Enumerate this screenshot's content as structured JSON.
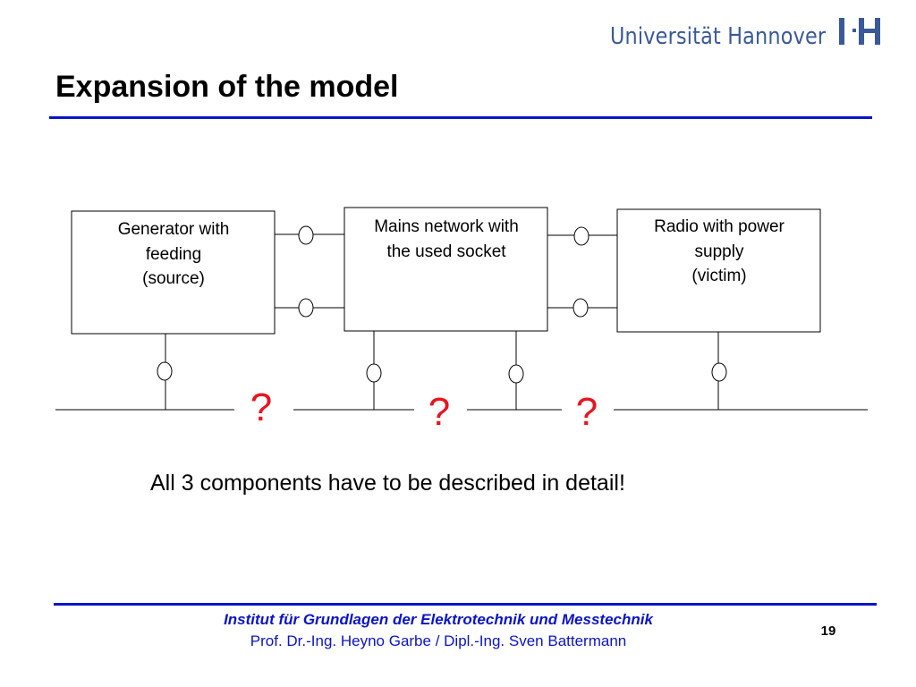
{
  "header": {
    "university": "Universität Hannover",
    "title": "Expansion of the model"
  },
  "diagram": {
    "blocks": [
      {
        "id": "generator",
        "lines": [
          "Generator with",
          "feeding",
          "(source)"
        ]
      },
      {
        "id": "mains",
        "lines": [
          "Mains network with",
          "the used socket"
        ]
      },
      {
        "id": "radio",
        "lines": [
          "Radio with power",
          "supply",
          "(victim)"
        ]
      }
    ],
    "unknowns": [
      "?",
      "?",
      "?"
    ],
    "colors": {
      "question": "#e8141e",
      "line": "#000000"
    }
  },
  "summary": "All 3 components have to be described in detail!",
  "footer": {
    "institute": "Institut für Grundlagen der Elektrotechnik und Messtechnik",
    "authors": "Prof. Dr.-Ing. Heyno Garbe / Dipl.-Ing. Sven Battermann",
    "page": "19"
  },
  "colors": {
    "accent": "#0a14c8",
    "university_text": "#3a5998"
  }
}
